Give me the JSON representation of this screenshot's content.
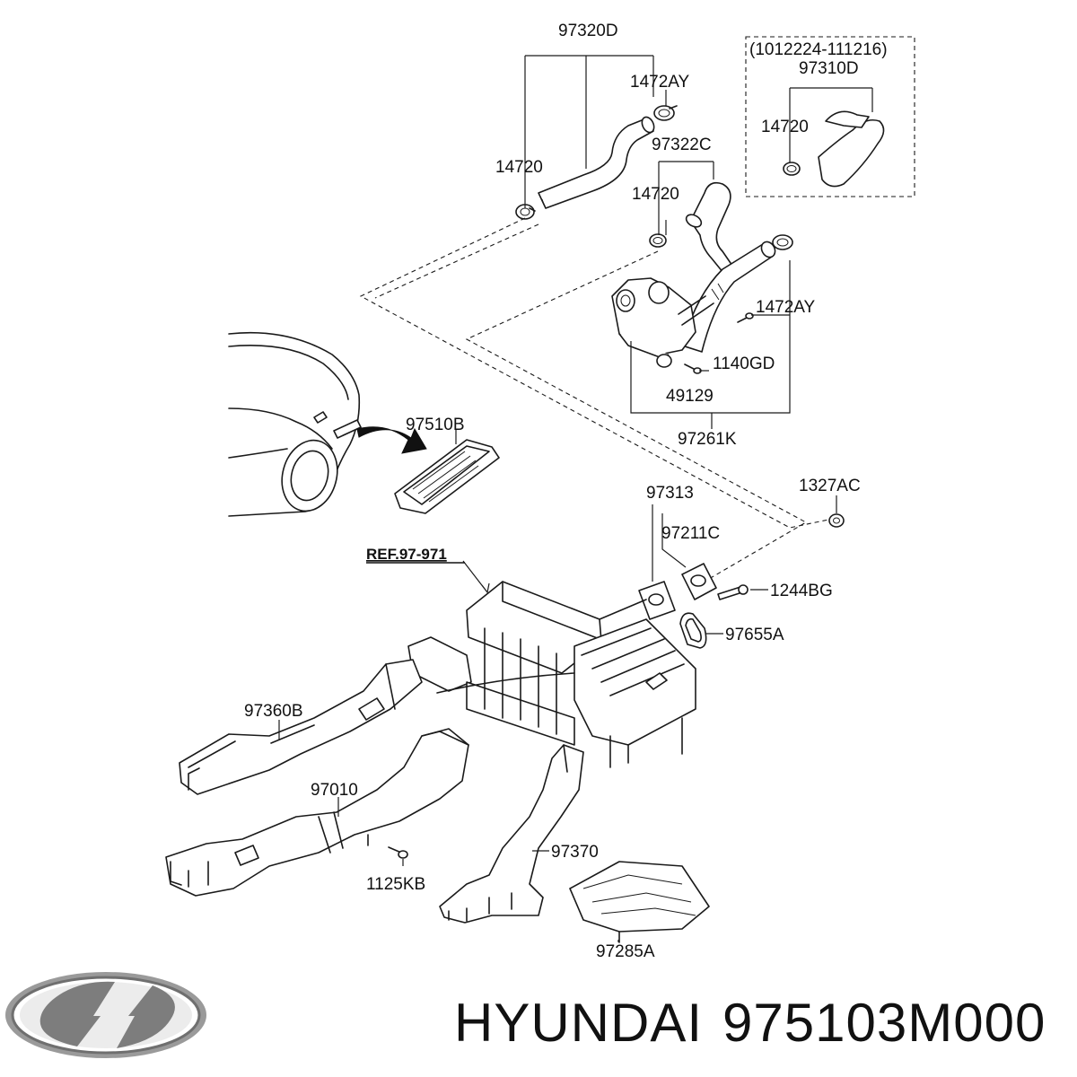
{
  "labels": {
    "p97320D": "97320D",
    "p1472AY_top": "1472AY",
    "p14720_a": "14720",
    "p97322C": "97322C",
    "p14720_b": "14720",
    "p1472AY_mid": "1472AY",
    "p1140GD": "1140GD",
    "p49129": "49129",
    "p97261K": "97261K",
    "inset_range": "(1012224-111216)",
    "p97310D": "97310D",
    "p14720_inset": "14720",
    "p97510B": "97510B",
    "p97313": "97313",
    "p1327AC": "1327AC",
    "p97211C": "97211C",
    "ref": "REF.97-971",
    "p1244BG": "1244BG",
    "p97655A": "97655A",
    "p97360B": "97360B",
    "p97010": "97010",
    "p1125KB": "1125KB",
    "p97370": "97370",
    "p97285A": "97285A"
  },
  "caption": {
    "brand": "HYUNDAI",
    "part_number": "975103M000"
  },
  "logo": {
    "name": "hyundai-logo",
    "color": "#8a8a8a"
  }
}
